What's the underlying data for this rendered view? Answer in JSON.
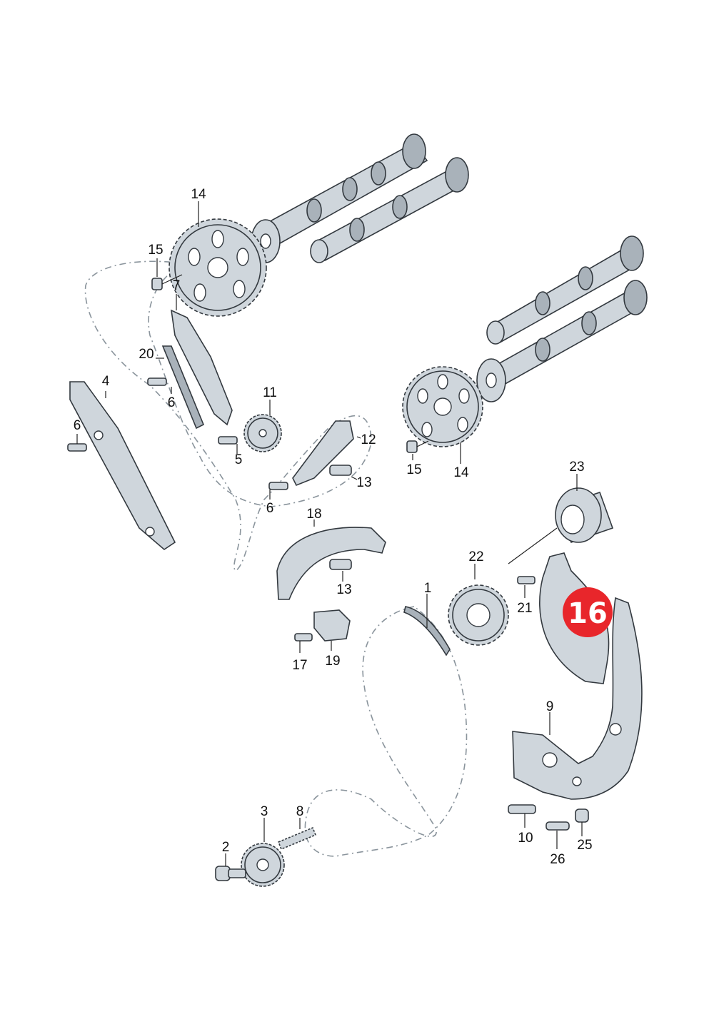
{
  "diagram": {
    "highlight_badge": {
      "label": "16",
      "color": "#e8262b"
    },
    "callouts": {
      "p1": "1",
      "p2": "2",
      "p3": "3",
      "p4": "4",
      "p5": "5",
      "p6a": "6",
      "p6b": "6",
      "p6c": "6",
      "p7": "7",
      "p8": "8",
      "p9": "9",
      "p10": "10",
      "p11": "11",
      "p12": "12",
      "p13a": "13",
      "p13b": "13",
      "p14a": "14",
      "p14b": "14",
      "p15a": "15",
      "p15b": "15",
      "p17": "17",
      "p18": "18",
      "p19": "19",
      "p20": "20",
      "p21": "21",
      "p22": "22",
      "p23": "23",
      "p25": "25",
      "p26": "26"
    }
  }
}
